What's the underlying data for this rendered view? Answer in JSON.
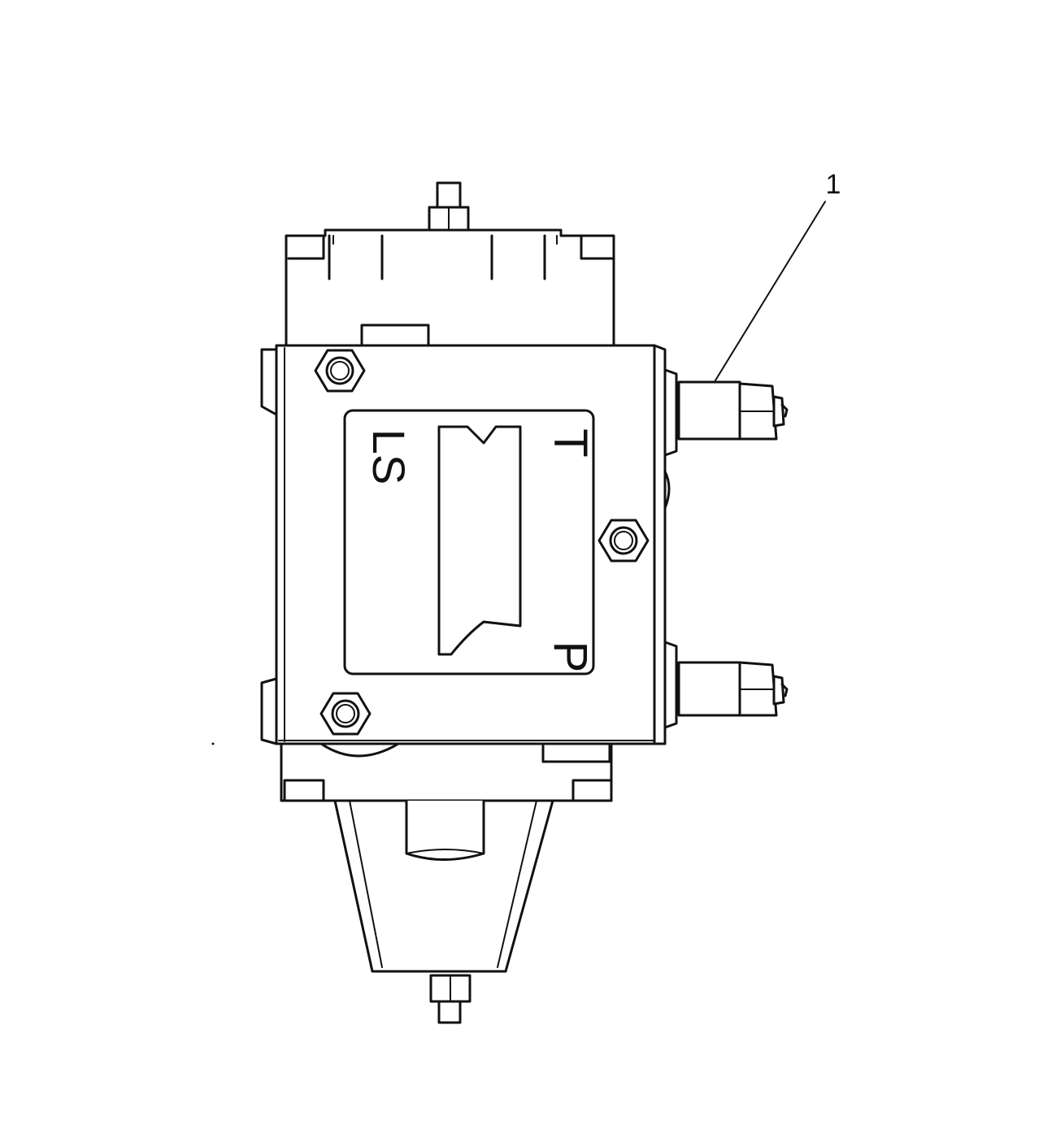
{
  "drawing": {
    "callout": "1",
    "port_labels": {
      "ls": "LS",
      "t": "T",
      "p": "P"
    }
  },
  "colors": {
    "line": "#111111",
    "background": "#ffffff"
  }
}
